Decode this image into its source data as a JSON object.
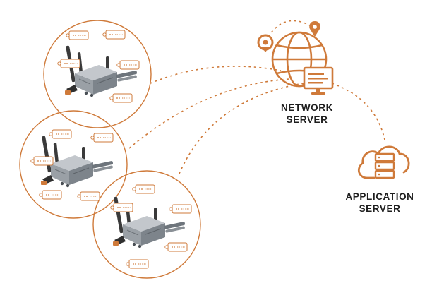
{
  "network_server": {
    "line1": "NETWORK",
    "line2": "SERVER",
    "icon": "globe-with-location-pins-and-monitor"
  },
  "application_server": {
    "line1": "APPLICATION",
    "line2": "SERVER",
    "icon": "cloud-with-server-stack"
  },
  "gateway_clusters": [
    {
      "name": "gateway-cluster-1",
      "sensor_count": 5
    },
    {
      "name": "gateway-cluster-2",
      "sensor_count": 5
    },
    {
      "name": "gateway-cluster-3",
      "sensor_count": 5
    }
  ],
  "colors": {
    "accent": "#cf7a3a",
    "text": "#1e1e1e",
    "device": "#9aa0a6",
    "antenna": "#3a3a3a"
  }
}
